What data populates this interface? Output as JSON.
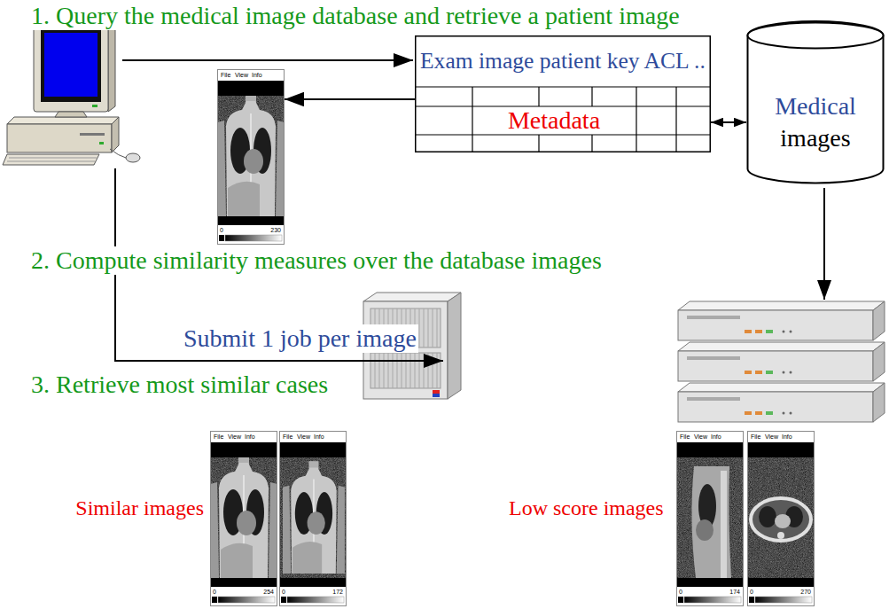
{
  "diagram": {
    "nodes": [
      {
        "text": [
          "Exam image patient key ACL ..",
          "Metadata"
        ]
      },
      {
        "text": [
          "Medical",
          "images"
        ]
      },
      {
        "text": [
          "File",
          "View",
          "Info",
          "0",
          "230"
        ]
      },
      {
        "text": [
          "File",
          "View",
          "Info",
          "0",
          "254"
        ]
      },
      {
        "text": [
          "File",
          "View",
          "Info",
          "0",
          "172"
        ]
      },
      {
        "text": [
          "File",
          "View",
          "Info",
          "0",
          "174"
        ]
      },
      {
        "text": [
          "File",
          "View",
          "Info",
          "0",
          "270"
        ]
      }
    ],
    "edges": [
      {
        "from": 0,
        "to": 1,
        "arrow": "both"
      },
      {
        "from": 0,
        "to": 2,
        "arrow": "to"
      }
    ],
    "labels": [
      "1. Query the medical image database and retrieve a patient image",
      "2. Compute similarity measures over the database images",
      "Submit 1 job per image",
      "3. Retrieve most similar cases",
      "Similar images",
      "Low score images"
    ]
  }
}
